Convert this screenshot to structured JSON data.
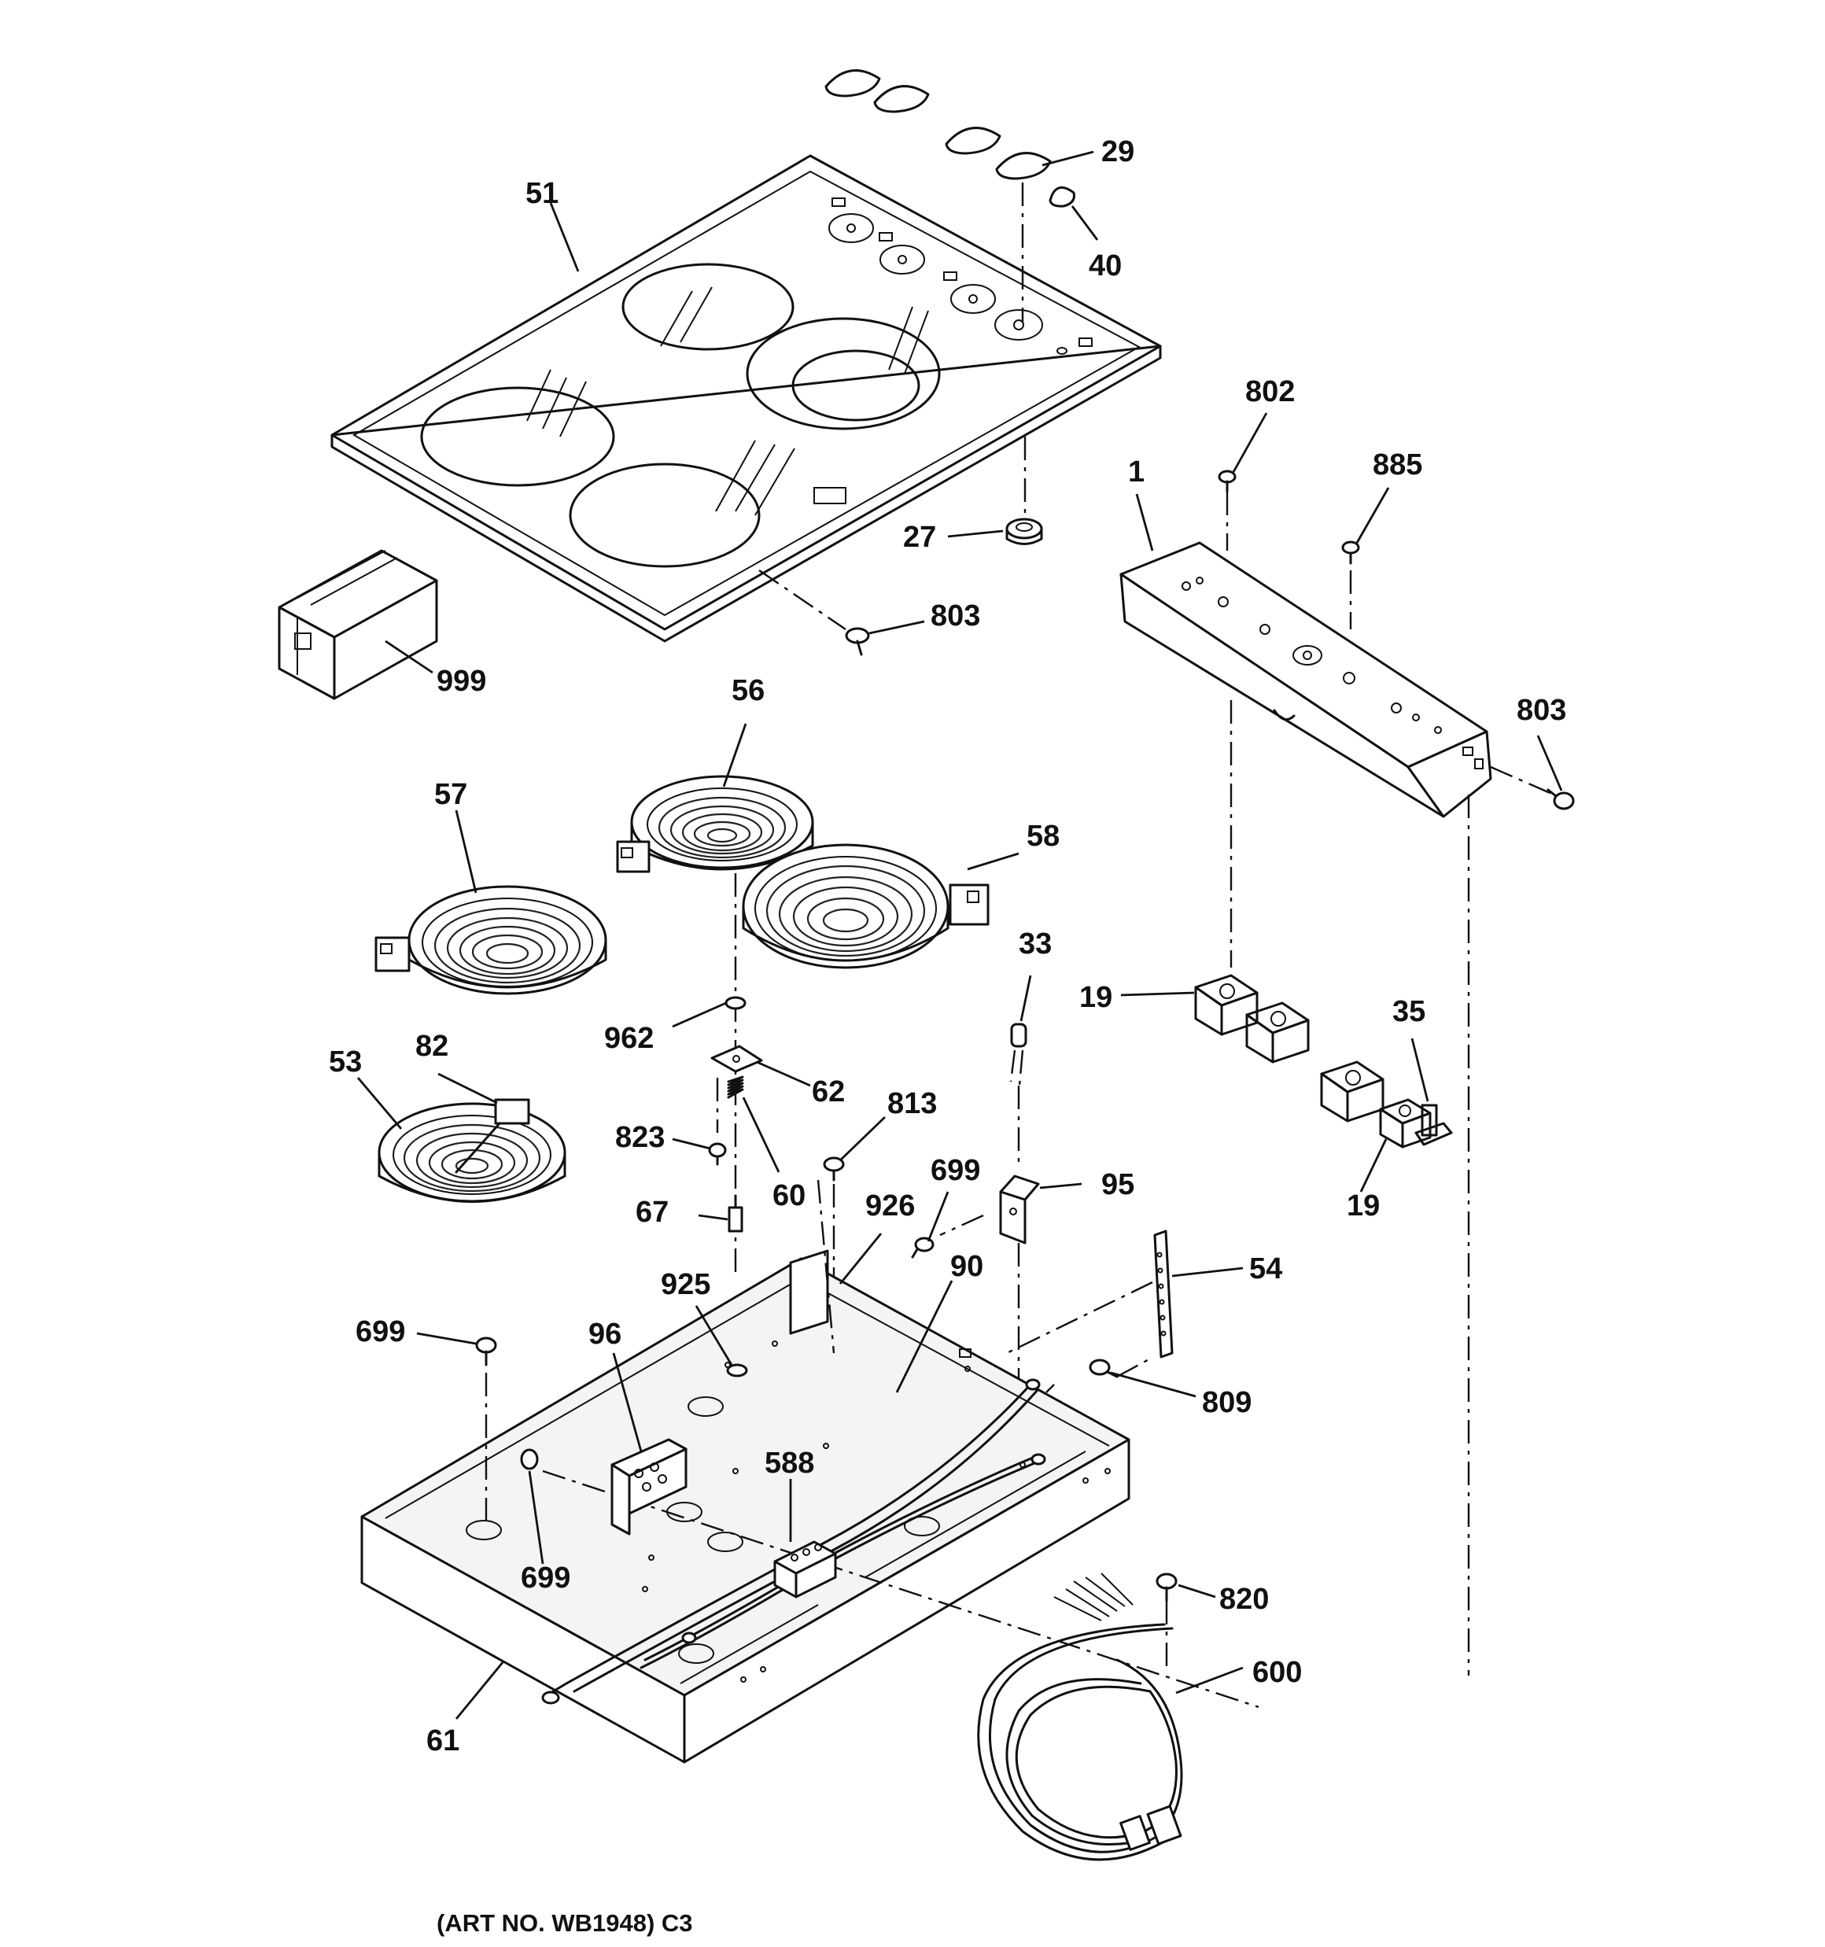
{
  "caption": "(ART NO. WB1948) C3",
  "labels": {
    "l51": "51",
    "l29": "29",
    "l40": "40",
    "l27": "27",
    "l803a": "803",
    "l999": "999",
    "l802": "802",
    "l1": "1",
    "l885": "885",
    "l803b": "803",
    "l56": "56",
    "l57": "57",
    "l58": "58",
    "l33": "33",
    "l19a": "19",
    "l35": "35",
    "l19b": "19",
    "l962": "962",
    "l53": "53",
    "l82": "82",
    "l62": "62",
    "l813": "813",
    "l823": "823",
    "l60": "60",
    "l699a": "699",
    "l926": "926",
    "l95": "95",
    "l67": "67",
    "l90": "90",
    "l54": "54",
    "l925": "925",
    "l699b": "699",
    "l96": "96",
    "l809": "809",
    "l588": "588",
    "l699c": "699",
    "l820": "820",
    "l600": "600",
    "l61": "61"
  }
}
